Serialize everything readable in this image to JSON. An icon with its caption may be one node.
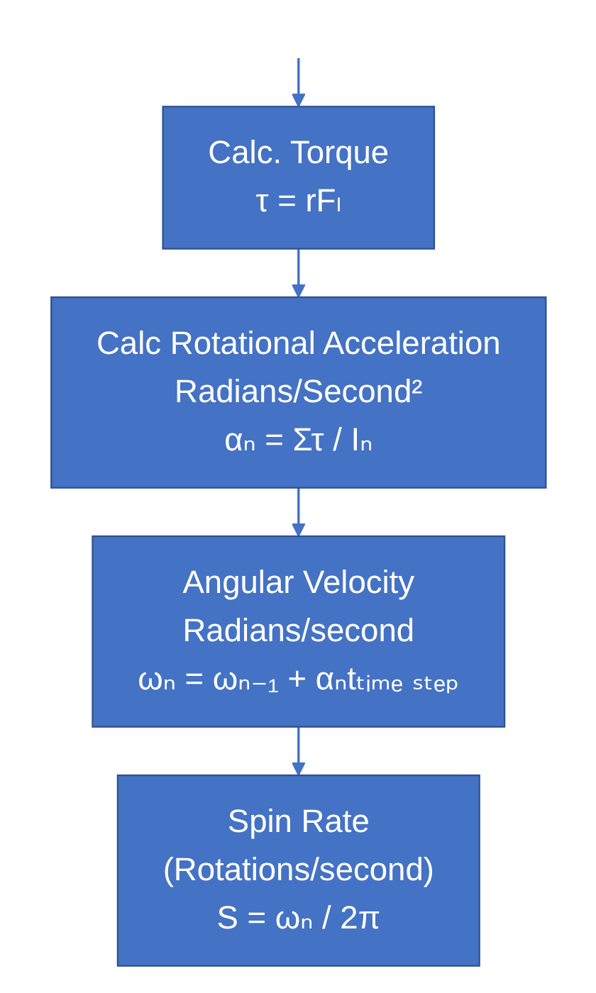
{
  "diagram": {
    "nodes": [
      {
        "text": [
          "Calc. Torque",
          "τ = rFₗ"
        ]
      },
      {
        "text": [
          "Calc Rotational Acceleration",
          "Radians/Second²",
          "αₙ = Στ / Iₙ"
        ]
      },
      {
        "text": [
          "Angular Velocity",
          "Radians/second",
          "ωₙ = ωₙ₋₁ + αₙtₜᵢₘₑ ₛₜₑₚ"
        ]
      },
      {
        "text": [
          "Spin Rate",
          "(Rotations/second)",
          "S = ωₙ / 2π"
        ]
      }
    ],
    "edges": [
      {
        "from": null,
        "to": 0,
        "arrow": "to"
      },
      {
        "from": 0,
        "to": 1,
        "arrow": "to"
      },
      {
        "from": 1,
        "to": 2,
        "arrow": "to"
      },
      {
        "from": 2,
        "to": 3,
        "arrow": "to"
      }
    ]
  }
}
